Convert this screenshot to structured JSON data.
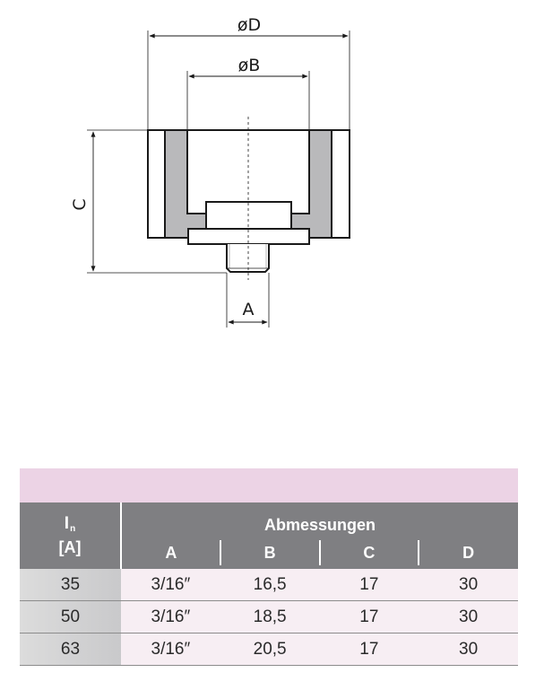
{
  "drawing": {
    "labels": {
      "outer_diameter": "øD",
      "inner_diameter": "øB",
      "height": "C",
      "thread": "A"
    },
    "colors": {
      "line": "#1a1a1a",
      "wall_fill": "#b9b9bb"
    }
  },
  "table": {
    "title_band_text": "",
    "header": {
      "current_symbol": "I",
      "current_subscript": "n",
      "current_unit": "[A]",
      "group_label": "Abmessungen",
      "columns": [
        "A",
        "B",
        "C",
        "D"
      ]
    },
    "rows": [
      {
        "in": "35",
        "A": "3/16″",
        "B": "16,5",
        "C": "17",
        "D": "30"
      },
      {
        "in": "50",
        "A": "3/16″",
        "B": "18,5",
        "C": "17",
        "D": "30"
      },
      {
        "in": "63",
        "A": "3/16″",
        "B": "20,5",
        "C": "17",
        "D": "30"
      }
    ],
    "colors": {
      "title_band": "#ecd3e5",
      "header_bg": "#7f7f82",
      "first_col_bg": "#d4d4d6",
      "row_bg": "#f7eef3"
    }
  }
}
